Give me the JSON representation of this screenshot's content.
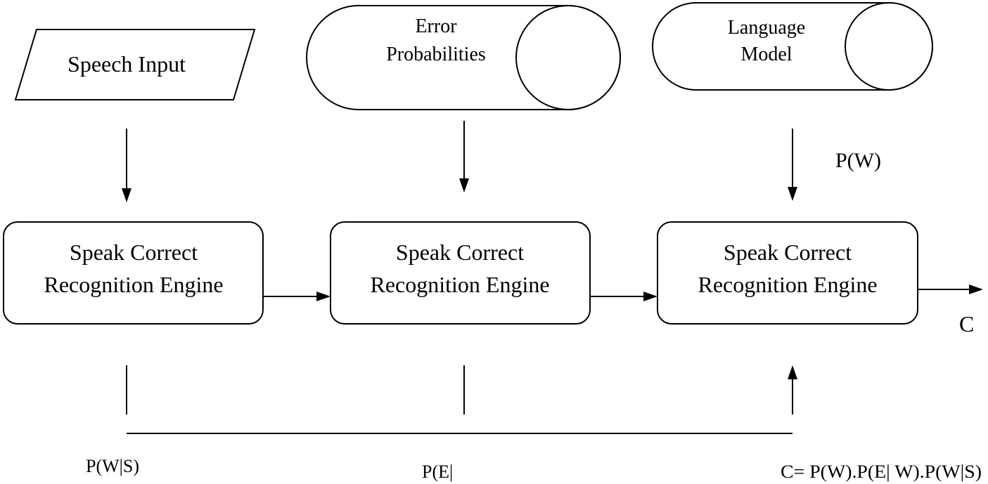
{
  "nodes": {
    "speech_input": "Speech Input",
    "error_probabilities": {
      "line1": "Error",
      "line2": "Probabilities"
    },
    "language_model": {
      "line1": "Language",
      "line2": "Model"
    },
    "engine_1": {
      "line1": "Speak Correct",
      "line2": "Recognition Engine"
    },
    "engine_2": {
      "line1": "Speak Correct",
      "line2": "Recognition Engine"
    },
    "engine_3": {
      "line1": "Speak Correct",
      "line2": "Recognition Engine"
    }
  },
  "labels": {
    "p_w": "P(W)",
    "output_c": "C",
    "p_w_given_s": "P(W|S)",
    "p_e": "P(E|",
    "formula": "C= P(W).P(E| W).P(W|S)"
  }
}
